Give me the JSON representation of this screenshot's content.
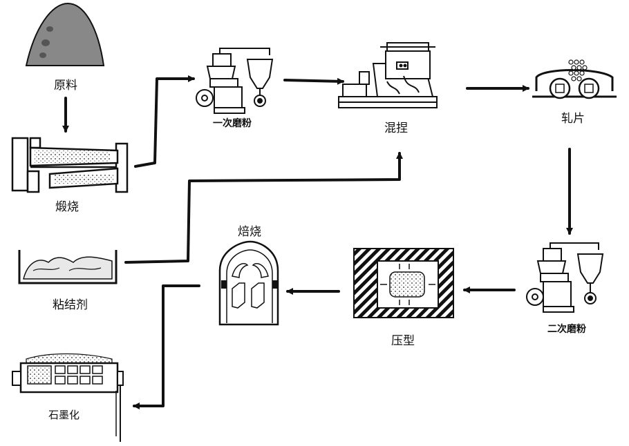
{
  "diagram": {
    "steps": {
      "raw": "原料",
      "calcine": "煅烧",
      "mill1": "一次磨粉",
      "knead": "混捏",
      "roll": "轧片",
      "binder": "粘结剂",
      "bake": "焙烧",
      "press": "压型",
      "mill2": "二次磨粉",
      "graphitize": "石墨化"
    }
  }
}
